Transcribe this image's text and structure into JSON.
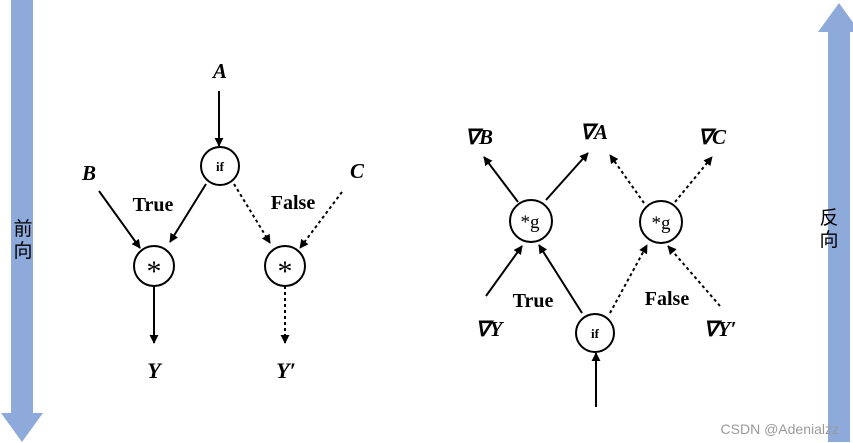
{
  "side_labels": {
    "forward": "前\n向",
    "backward": "反\n向"
  },
  "forward_graph": {
    "input_a": "A",
    "input_b": "B",
    "input_c": "C",
    "if_node": "if",
    "mul_left": "*",
    "mul_right": "*",
    "true_label": "True",
    "false_label": "False",
    "output_y": "Y",
    "output_y_prime": "Y′"
  },
  "backward_graph": {
    "grad_b": "∇B",
    "grad_a": "∇A",
    "grad_c": "∇C",
    "mulg_left": "*g",
    "mulg_right": "*g",
    "if_node": "if",
    "true_label": "True",
    "false_label": "False",
    "grad_y": "∇Y",
    "grad_y_prime": "∇Y′"
  },
  "watermark": "CSDN @Adenialzz",
  "colors": {
    "arrow_fill": "#8eaadb",
    "ink": "#000000"
  }
}
